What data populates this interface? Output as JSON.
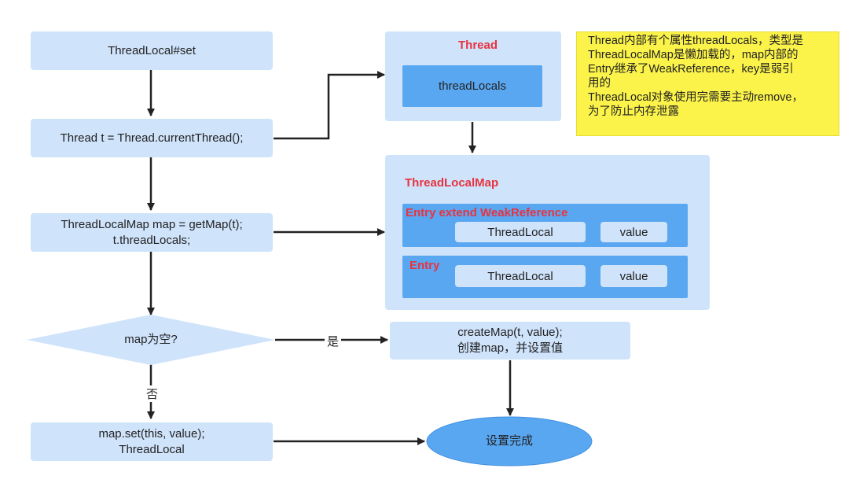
{
  "flow": {
    "start": "ThreadLocal#set",
    "current_thread": "Thread t = Thread.currentThread();",
    "get_map_line1": "ThreadLocalMap map = getMap(t);",
    "get_map_line2": "t.threadLocals;",
    "decision": "map为空?",
    "yes_label": "是",
    "no_label": "否",
    "create_line1": "createMap(t, value);",
    "create_line2": "创建map，并设置值",
    "set_line1": "map.set(this, value);",
    "set_line2": "ThreadLocal",
    "end": "设置完成"
  },
  "thread_panel": {
    "title": "Thread",
    "field": "threadLocals"
  },
  "map_panel": {
    "title": "ThreadLocalMap",
    "entries": [
      {
        "label": "Entry extend WeakReference",
        "key": "ThreadLocal",
        "value": "value"
      },
      {
        "label": "Entry",
        "key": "ThreadLocal",
        "value": "value"
      }
    ]
  },
  "note": {
    "lines": [
      "Thread内部有个属性threadLocals，类型是",
      "ThreadLocalMap是懒加载的，map内部的",
      "Entry继承了WeakReference，key是弱引",
      "用的",
      "ThreadLocal对象使用完需要主动remove，",
      "为了防止内存泄露"
    ]
  },
  "colors": {
    "box": "#cfe3fb",
    "inner": "#5aa7f1",
    "end_oval": "#5aa7f1",
    "red_text": "#e8333f",
    "note_bg": "#fbf34a",
    "arrow": "#222222"
  }
}
